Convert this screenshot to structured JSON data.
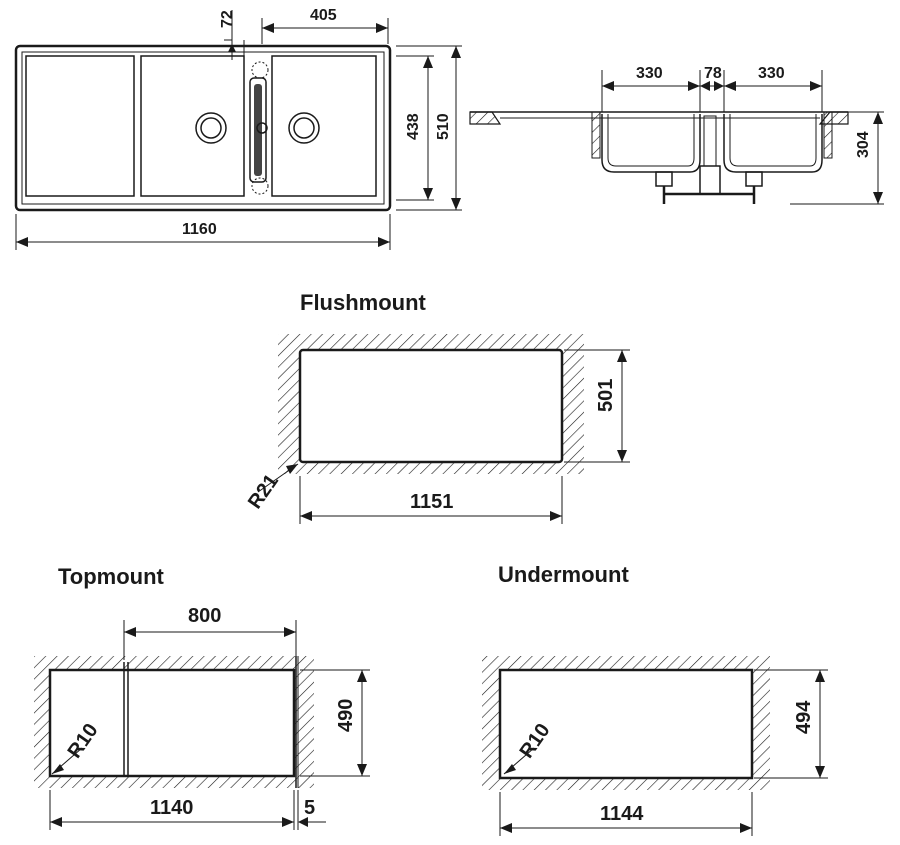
{
  "top_view": {
    "dim_width_total": "1160",
    "dim_bowl_width": "405",
    "dim_offset": "72",
    "dim_inner_depth": "438",
    "dim_outer_depth": "510"
  },
  "side_view": {
    "dim_bowl_left": "330",
    "dim_bowl_gap": "78",
    "dim_bowl_right": "330",
    "dim_height": "304"
  },
  "flushmount": {
    "title": "Flushmount",
    "dim_width": "1151",
    "dim_height": "501",
    "dim_radius": "R21"
  },
  "topmount": {
    "title": "Topmount",
    "dim_width": "1140",
    "dim_height": "490",
    "dim_partial": "800",
    "dim_gap": "5",
    "dim_radius": "R10"
  },
  "undermount": {
    "title": "Undermount",
    "dim_width": "1144",
    "dim_height": "494",
    "dim_radius": "R10"
  }
}
